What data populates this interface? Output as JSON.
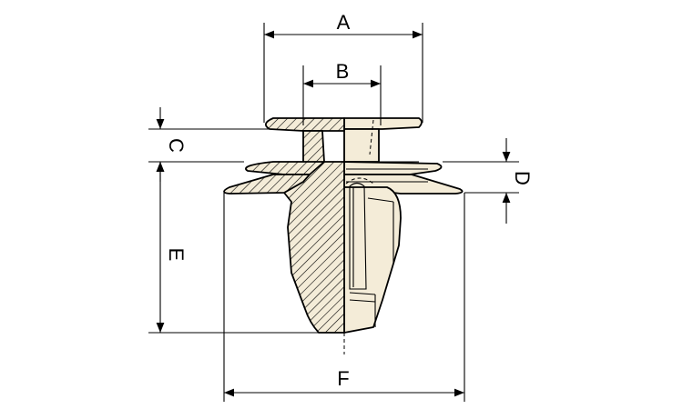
{
  "dimensions": {
    "A": "A",
    "B": "B",
    "C": "C",
    "D": "D",
    "E": "E",
    "F": "F"
  },
  "colors": {
    "part_fill": "#f4ecd8",
    "line": "#000000"
  }
}
